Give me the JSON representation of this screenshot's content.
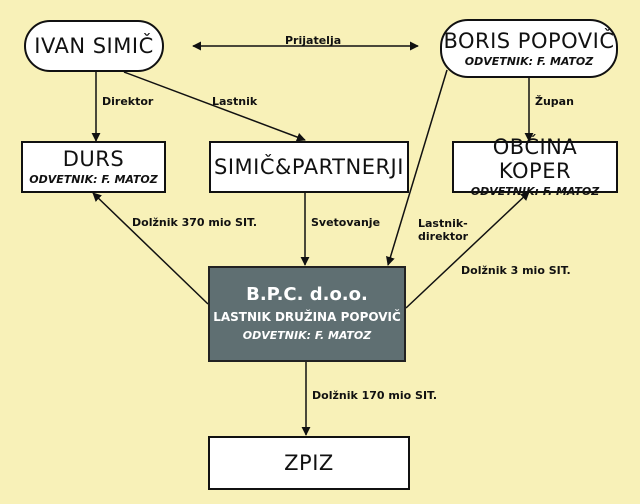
{
  "nodes": {
    "ivan": {
      "title": "IVAN SIMIČ"
    },
    "boris": {
      "title": "BORIS POPOVIČ",
      "sub": "ODVETNIK: F. MATOZ"
    },
    "durs": {
      "title": "DURS",
      "sub": "ODVETNIK: F. MATOZ"
    },
    "simic_partnerji": {
      "title": "SIMIČ&PARTNERJI"
    },
    "obcina": {
      "title": "OBČINA KOPER",
      "sub": "ODVETNIK: F. MATOZ"
    },
    "bpc": {
      "title": "B.P.C. d.o.o.",
      "line2": "LASTNIK DRUŽINA POPOVIČ",
      "sub": "ODVETNIK: F. MATOZ"
    },
    "zpiz": {
      "title": "ZPIZ"
    }
  },
  "edges": {
    "prijatelja": "Prijatelja",
    "direktor": "Direktor",
    "lastnik": "Lastnik",
    "zupan": "Župan",
    "dolznik370": "Dolžnik 370 mio SIT.",
    "svetovanje": "Svetovanje",
    "lastnik_direktor_1": "Lastnik-",
    "lastnik_direktor_2": "direktor",
    "dolznik3": "Dolžnik 3 mio SIT.",
    "dolznik170": "Dolžnik 170 mio SIT."
  },
  "colors": {
    "background": "#f8f1b8",
    "node_fill": "#ffffff",
    "highlight_node_fill": "#5f6f72",
    "line": "#111111"
  }
}
